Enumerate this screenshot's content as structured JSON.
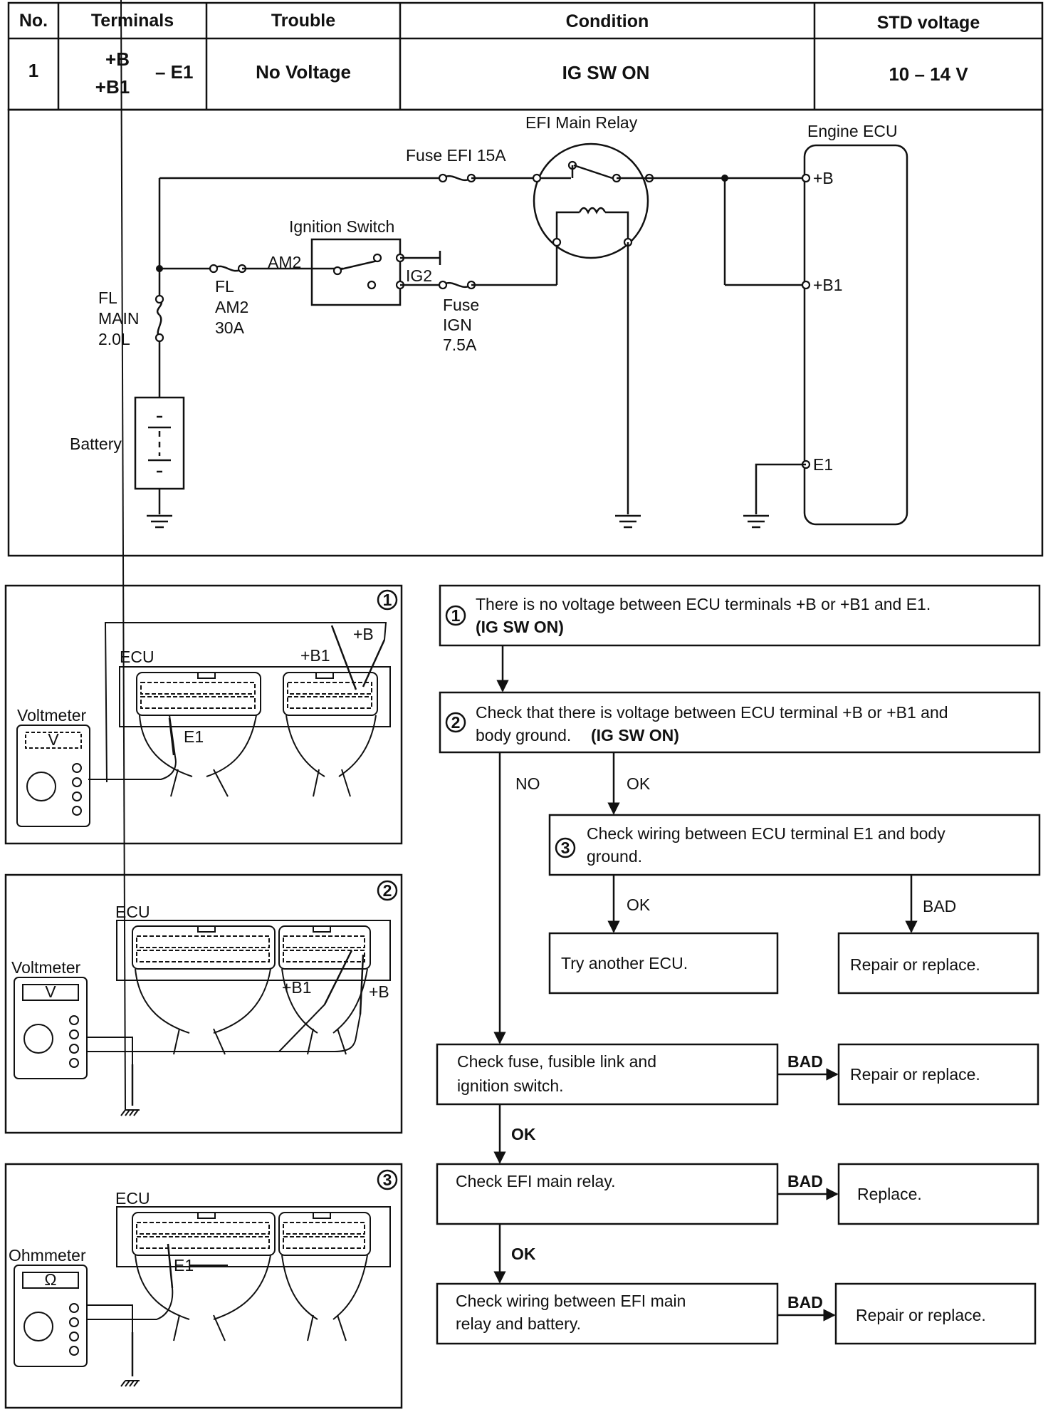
{
  "table": {
    "headers": [
      "No.",
      "Terminals",
      "Trouble",
      "Condition",
      "STD voltage"
    ],
    "row": {
      "no": "1",
      "terminal_b": "+B",
      "terminal_b1": "+B1",
      "terminal_e1": "– E1",
      "trouble": "No Voltage",
      "condition": "IG SW ON",
      "std_voltage": "10 – 14 V"
    }
  },
  "schematic": {
    "efi_main_relay": "EFI Main Relay",
    "engine_ecu": "Engine ECU",
    "fuse_efi": "Fuse EFI 15A",
    "ignition_switch": "Ignition Switch",
    "am2": "AM2",
    "ig2": "IG2",
    "fl_main": [
      "FL",
      "MAIN",
      "2.0L"
    ],
    "fl_am2": [
      "FL",
      "AM2",
      "30A"
    ],
    "fuse_ign": [
      "Fuse",
      "IGN",
      "7.5A"
    ],
    "battery": "Battery",
    "terminal_b": "+B",
    "terminal_b1": "+B1",
    "terminal_e1": "E1"
  },
  "illustrations": [
    {
      "num": "1",
      "meter": "Voltmeter",
      "meter_symbol": "V",
      "ecu": "ECU",
      "probe_labels": [
        "+B1",
        "+B",
        "E1"
      ]
    },
    {
      "num": "2",
      "meter": "Voltmeter",
      "meter_symbol": "V",
      "ecu": "ECU",
      "probe_labels": [
        "+B1",
        "+B"
      ]
    },
    {
      "num": "3",
      "meter": "Ohmmeter",
      "meter_symbol": "Ω",
      "ecu": "ECU",
      "probe_labels": [
        "E1"
      ]
    }
  ],
  "flowchart": {
    "step1": {
      "num": "1",
      "line1": "There is no voltage between ECU terminals +B or +B1 and E1.",
      "line2": "(IG SW ON)"
    },
    "step2": {
      "num": "2",
      "line1": "Check that there is voltage between ECU terminal +B or +B1 and",
      "line2a": "body ground.",
      "line2b": "(IG SW ON)"
    },
    "step3": {
      "num": "3",
      "line1": "Check wiring between ECU terminal E1 and body",
      "line2": "ground."
    },
    "try_ecu": "Try another ECU.",
    "repair1": "Repair or replace.",
    "check_fuse": {
      "line1": "Check fuse, fusible link and",
      "line2": "ignition switch."
    },
    "repair2": "Repair or replace.",
    "check_relay": "Check EFI main relay.",
    "replace": "Replace.",
    "check_wiring": {
      "line1": "Check wiring between EFI main",
      "line2": "relay and battery."
    },
    "repair3": "Repair or replace.",
    "labels": {
      "no": "NO",
      "ok": "OK",
      "bad": "BAD"
    }
  }
}
